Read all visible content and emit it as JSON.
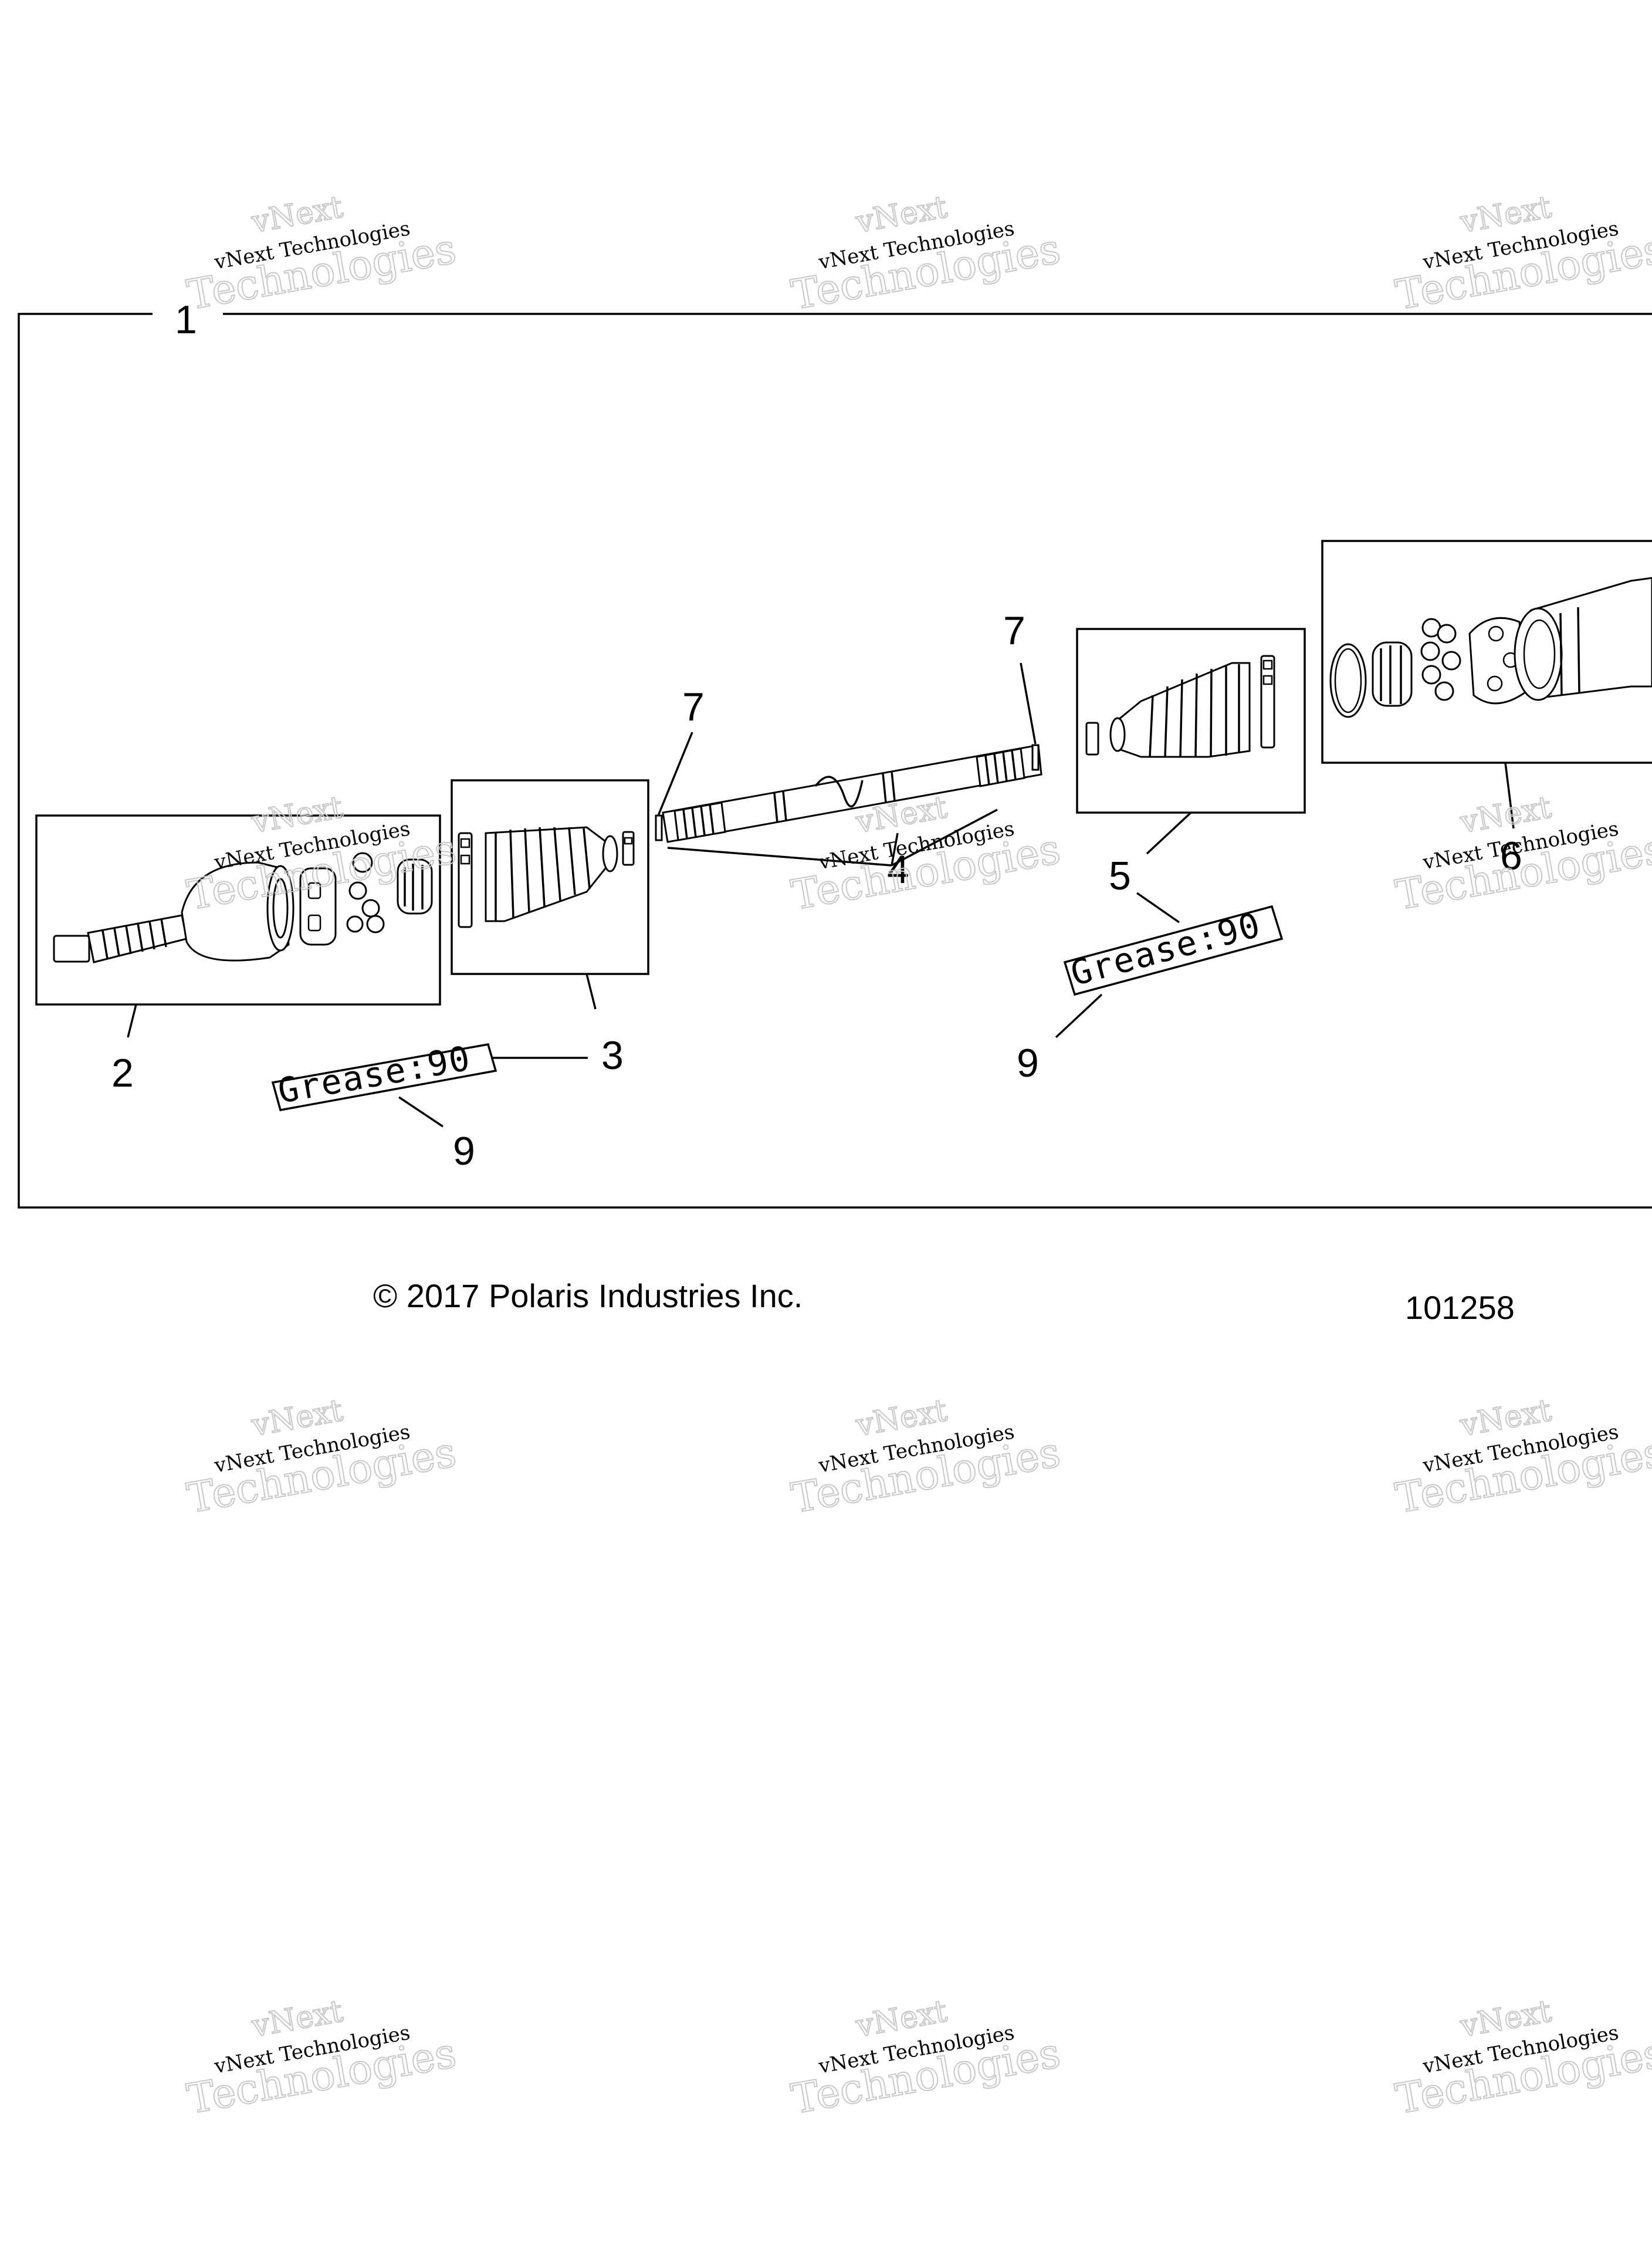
{
  "diagram": {
    "callouts": [
      "1",
      "2",
      "3",
      "4",
      "5",
      "6",
      "7",
      "7",
      "9",
      "9"
    ],
    "grease_labels": [
      "Grease:90",
      "Grease:90"
    ],
    "copyright": "© 2017 Polaris Industries Inc.",
    "figure_number": "101258",
    "watermark": {
      "brand": "vNext",
      "line1": "vNext Technologies",
      "line2": "Technologies"
    }
  }
}
